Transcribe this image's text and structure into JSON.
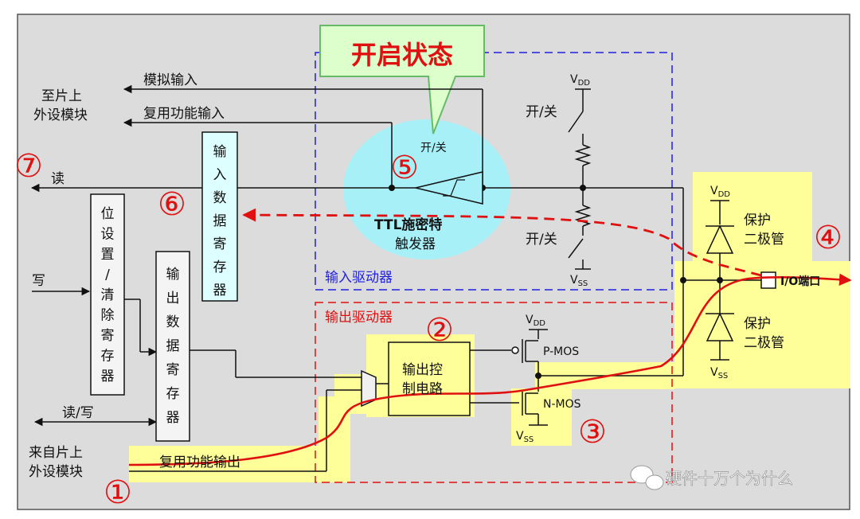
{
  "title": "开启状态",
  "labels": {
    "to_peripheral_1": "至片上",
    "to_peripheral_2": "外设模块",
    "analog_input": "模拟输入",
    "alt_func_input": "复用功能输入",
    "read": "读",
    "write": "写",
    "read_write": "读/写",
    "from_peripheral_1": "来自片上",
    "from_peripheral_2": "外设模块",
    "alt_func_output": "复用功能输出",
    "input_data_reg": [
      "输",
      "入",
      "数",
      "据",
      "寄",
      "存",
      "器"
    ],
    "bit_set_clear_reg": [
      "位",
      "设",
      "置",
      "/",
      "清",
      "除",
      "寄",
      "存",
      "器"
    ],
    "output_data_reg": [
      "输",
      "出",
      "数",
      "据",
      "寄",
      "存",
      "器"
    ],
    "schmitt_1": "TTL施密特",
    "schmitt_2": "触发器",
    "switch": "开/关",
    "input_driver": "输入驱动器",
    "output_driver": "输出驱动器",
    "output_control_1": "输出控",
    "output_control_2": "制电路",
    "pmos": "P-MOS",
    "nmos": "N-MOS",
    "vdd": "V",
    "vdd_sub": "DD",
    "vss": "V",
    "vss_sub": "SS",
    "protect_1": "保护",
    "protect_2": "二极管",
    "io_port": "I/O端口"
  },
  "circled_numbers": [
    "①",
    "②",
    "③",
    "④",
    "⑤",
    "⑥",
    "⑦"
  ],
  "watermark": "硬件十万个为什么",
  "colors": {
    "panel": "#dcdcdc",
    "highlight": "#ffff99",
    "bubble": "#a8f0f8",
    "red": "#e01010",
    "blue": "#2020e0",
    "callout": "#ddffcc",
    "callout_border": "#66bb66",
    "reg_fill": "#f4f4f4",
    "idr_fill": "#ddffff"
  }
}
